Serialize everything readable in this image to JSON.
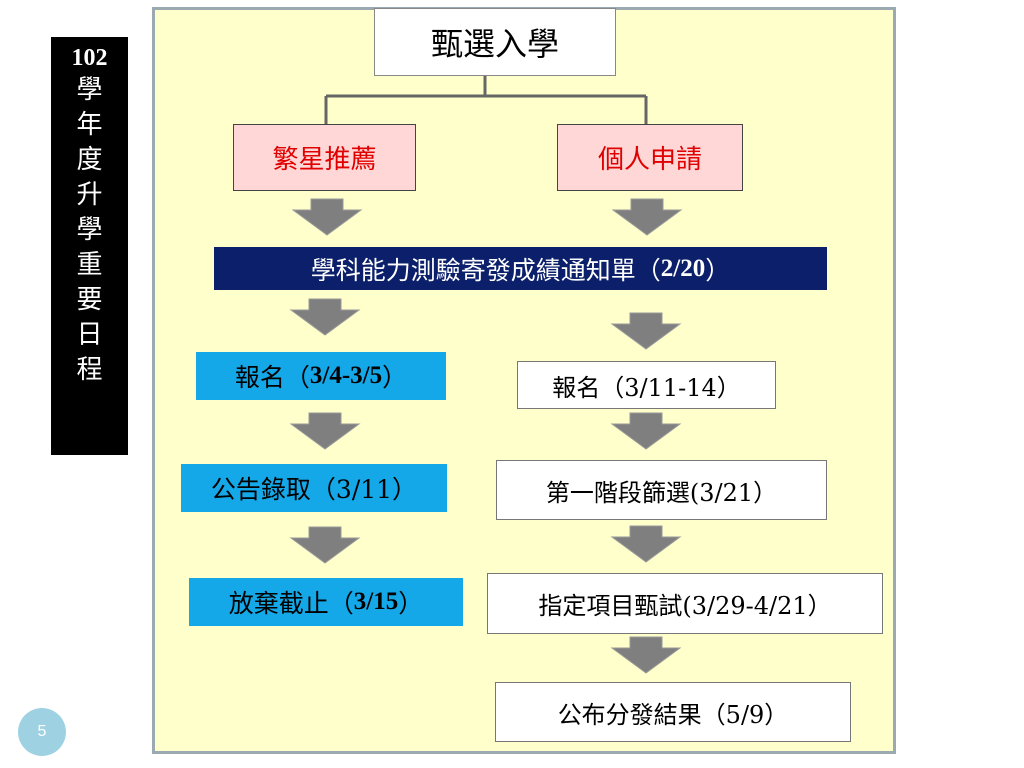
{
  "side_title": {
    "year": "102",
    "chars": [
      "學",
      "年",
      "度",
      "升",
      "學",
      "重",
      "要",
      "日",
      "程"
    ]
  },
  "root": "甄選入學",
  "branches": {
    "left": "繁星推薦",
    "right": "個人申請"
  },
  "shared_step": {
    "text": "學科能力測驗寄發成績通知單（",
    "date": "2/20",
    "close": "）"
  },
  "left_steps": [
    {
      "text": "報名（",
      "date": "3/4-3/5",
      "close": "）"
    },
    {
      "text": "公告錄取（3/11）"
    },
    {
      "text": "放棄截止（",
      "date": "3/15",
      "close": "）"
    }
  ],
  "right_steps": [
    {
      "text": "報名（3/11-14）"
    },
    {
      "text": "第一階段篩選(3/21）"
    },
    {
      "text": "指定項目甄試(3/29-4/21）"
    },
    {
      "text": "公布分發結果（5/9）"
    }
  ],
  "page_number": "5",
  "colors": {
    "panel_bg": "#ffffcc",
    "panel_border": "#9aaab0",
    "branch_text": "#e00000",
    "branch_bg": "#ffd7d7",
    "shared_bg": "#0b1f6a",
    "left_step_bg": "#14a8e8",
    "arrow": "#7f7f7f"
  }
}
